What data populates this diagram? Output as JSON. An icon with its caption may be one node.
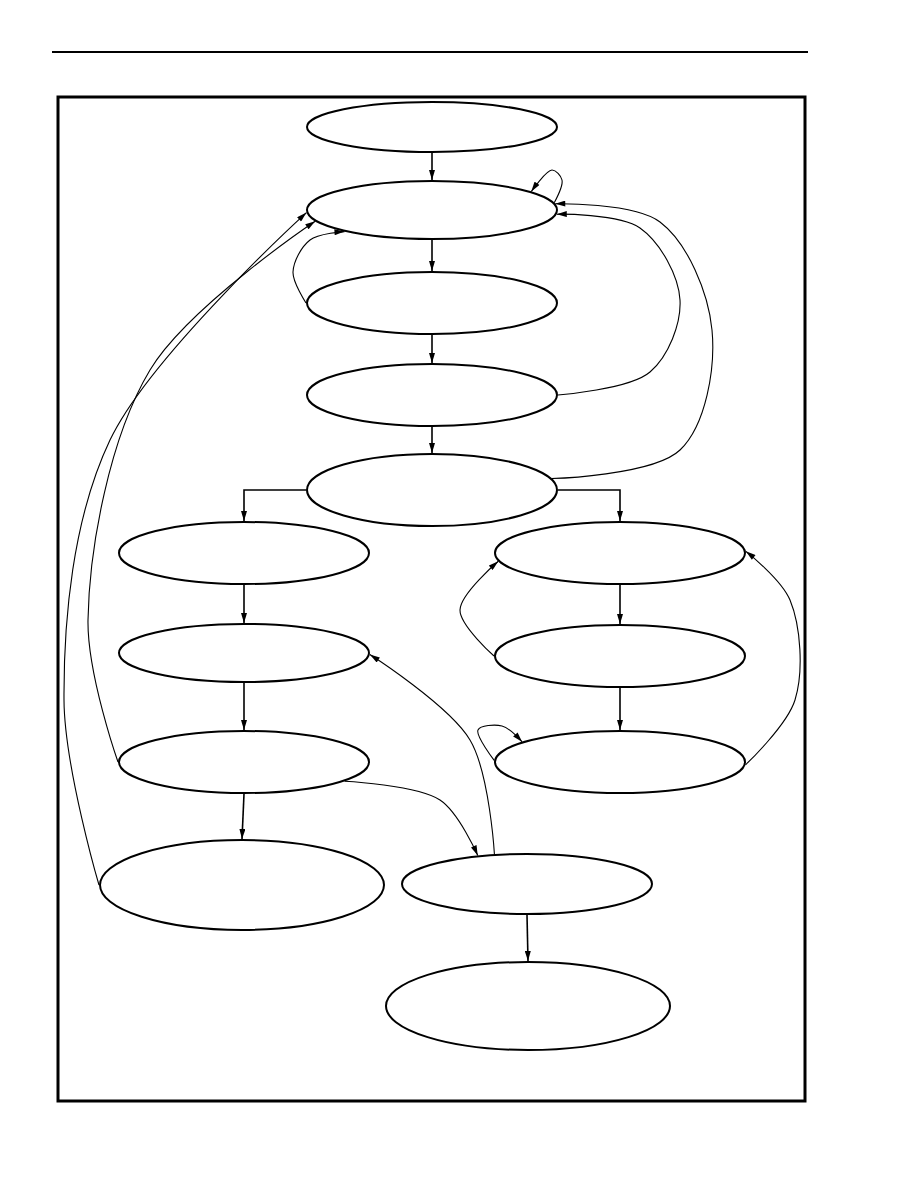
{
  "diagram": {
    "nodes": [
      {
        "text": [],
        "shape": "ellipse"
      },
      {
        "text": [],
        "shape": "ellipse"
      },
      {
        "text": [],
        "shape": "ellipse"
      },
      {
        "text": [],
        "shape": "ellipse"
      },
      {
        "text": [],
        "shape": "ellipse"
      },
      {
        "text": [],
        "shape": "ellipse"
      },
      {
        "text": [],
        "shape": "ellipse"
      },
      {
        "text": [],
        "shape": "ellipse"
      },
      {
        "text": [],
        "shape": "ellipse"
      },
      {
        "text": [],
        "shape": "ellipse"
      },
      {
        "text": [],
        "shape": "ellipse"
      },
      {
        "text": [],
        "shape": "ellipse"
      },
      {
        "text": [],
        "shape": "ellipse"
      },
      {
        "text": [],
        "shape": "ellipse"
      }
    ],
    "edges": [
      {
        "from": 0,
        "to": 1,
        "arrow": "to"
      },
      {
        "from": 1,
        "to": 1,
        "arrow": "to"
      },
      {
        "from": 1,
        "to": 2,
        "arrow": "to"
      },
      {
        "from": 2,
        "to": 1,
        "arrow": "to"
      },
      {
        "from": 2,
        "to": 3,
        "arrow": "to"
      },
      {
        "from": 3,
        "to": 1,
        "arrow": "to"
      },
      {
        "from": 3,
        "to": 4,
        "arrow": "to"
      },
      {
        "from": 4,
        "to": 1,
        "arrow": "to"
      },
      {
        "from": 4,
        "to": 5,
        "arrow": "to"
      },
      {
        "from": 4,
        "to": 6,
        "arrow": "to"
      },
      {
        "from": 5,
        "to": 7,
        "arrow": "to"
      },
      {
        "from": 7,
        "to": 9,
        "arrow": "to"
      },
      {
        "from": 9,
        "to": 1,
        "arrow": "to"
      },
      {
        "from": 11,
        "to": 1,
        "arrow": "to"
      },
      {
        "from": 9,
        "to": 11,
        "arrow": "to"
      },
      {
        "from": 9,
        "to": 12,
        "arrow": "to"
      },
      {
        "from": 12,
        "to": 7,
        "arrow": "to"
      },
      {
        "from": 6,
        "to": 8,
        "arrow": "to"
      },
      {
        "from": 8,
        "to": 6,
        "arrow": "to"
      },
      {
        "from": 8,
        "to": 10,
        "arrow": "to"
      },
      {
        "from": 10,
        "to": 10,
        "arrow": "to"
      },
      {
        "from": 10,
        "to": 6,
        "arrow": "to"
      },
      {
        "from": 12,
        "to": 13,
        "arrow": "to"
      }
    ]
  }
}
